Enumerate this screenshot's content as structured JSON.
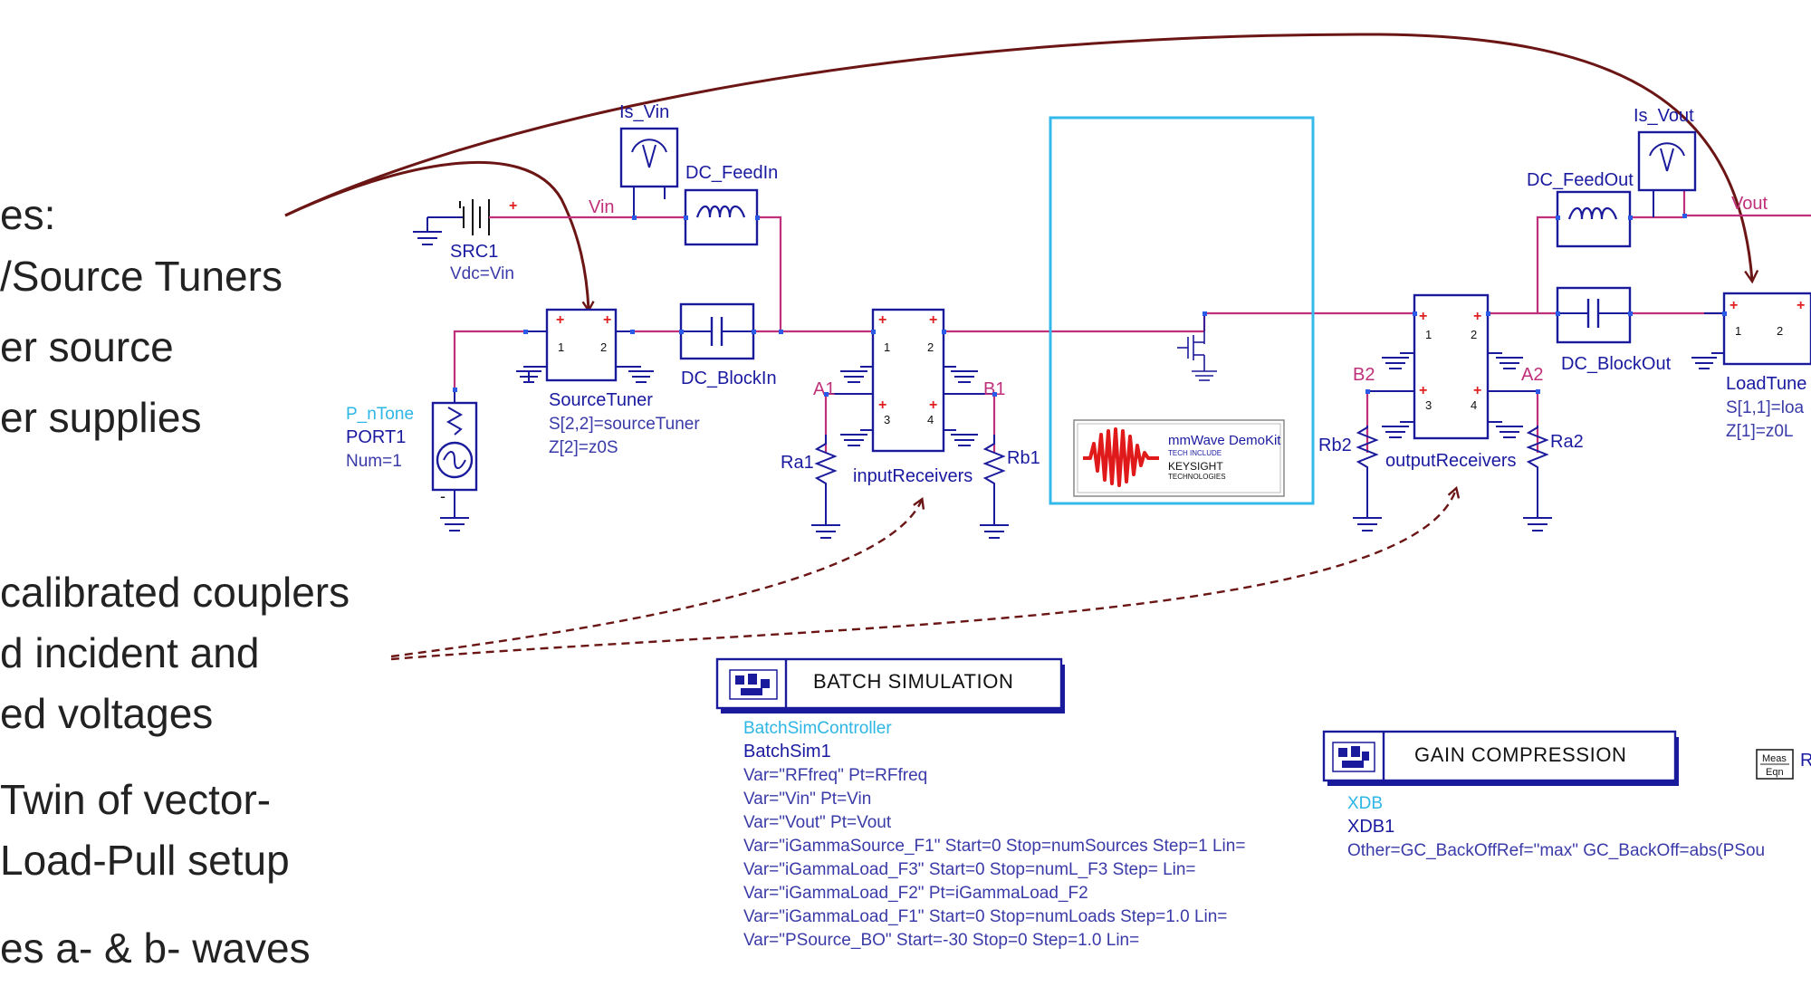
{
  "slide_text": {
    "line1": "es:",
    "line2": "/Source Tuners",
    "line3": "er source",
    "line4": "er supplies",
    "line5": "calibrated couplers",
    "line6": "d incident and",
    "line7": "ed voltages",
    "line8": " Twin of vector-",
    "line9": " Load-Pull setup",
    "line10": "es a- & b- waves"
  },
  "schematic": {
    "src1": {
      "name": "SRC1",
      "param": "Vdc=Vin"
    },
    "port1": {
      "type": "P_nTone",
      "name": "PORT1",
      "param": "Num=1"
    },
    "net_vin": "Vin",
    "net_vout": "Vout",
    "is_vin": "Is_Vin",
    "is_vout": "Is_Vout",
    "dc_feedin": "DC_FeedIn",
    "dc_feedout": "DC_FeedOut",
    "dc_blockin": "DC_BlockIn",
    "dc_blockout": "DC_BlockOut",
    "source_tuner": {
      "name": "SourceTuner",
      "p1": "S[2,2]=sourceTuner",
      "p2": "Z[2]=z0S"
    },
    "load_tuner": {
      "name": "LoadTune",
      "p1": "S[1,1]=loa",
      "p2": "Z[1]=z0L"
    },
    "input_receivers": "inputReceivers",
    "output_receivers": "outputReceivers",
    "a1": "A1",
    "b1": "B1",
    "a2": "A2",
    "b2": "B2",
    "ra1": "Ra1",
    "rb1": "Rb1",
    "ra2": "Ra2",
    "rb2": "Rb2",
    "demokit": {
      "title": "mmWave DemoKit",
      "sub": "TECH INCLUDE",
      "brand": "KEYSIGHT",
      "brand_sub": "TECHNOLOGIES"
    }
  },
  "batch": {
    "header": "BATCH SIMULATION",
    "type": "BatchSimController",
    "name": "BatchSim1",
    "vars": [
      "Var=\"RFfreq\" Pt=RFfreq",
      "Var=\"Vin\" Pt=Vin",
      "Var=\"Vout\" Pt=Vout",
      "Var=\"iGammaSource_F1\" Start=0 Stop=numSources Step=1 Lin=",
      "Var=\"iGammaLoad_F3\" Start=0 Stop=numL_F3 Step= Lin=",
      "Var=\"iGammaLoad_F2\" Pt=iGammaLoad_F2",
      "Var=\"iGammaLoad_F1\" Start=0 Stop=numLoads Step=1.0 Lin=",
      "Var=\"PSource_BO\" Start=-30 Stop=0 Step=1.0 Lin="
    ]
  },
  "gain": {
    "header": "GAIN COMPRESSION",
    "type": "XDB",
    "name": "XDB1",
    "other": "Other=GC_BackOffRef=\"max\" GC_BackOff=abs(PSou"
  },
  "meas": {
    "top": "Meas",
    "bottom": "Eqn",
    "label": "R"
  },
  "colors": {
    "wire": "#c0307a",
    "component": "#1a1a9c",
    "arrow": "#6b1515",
    "frame": "#33b9ea"
  }
}
